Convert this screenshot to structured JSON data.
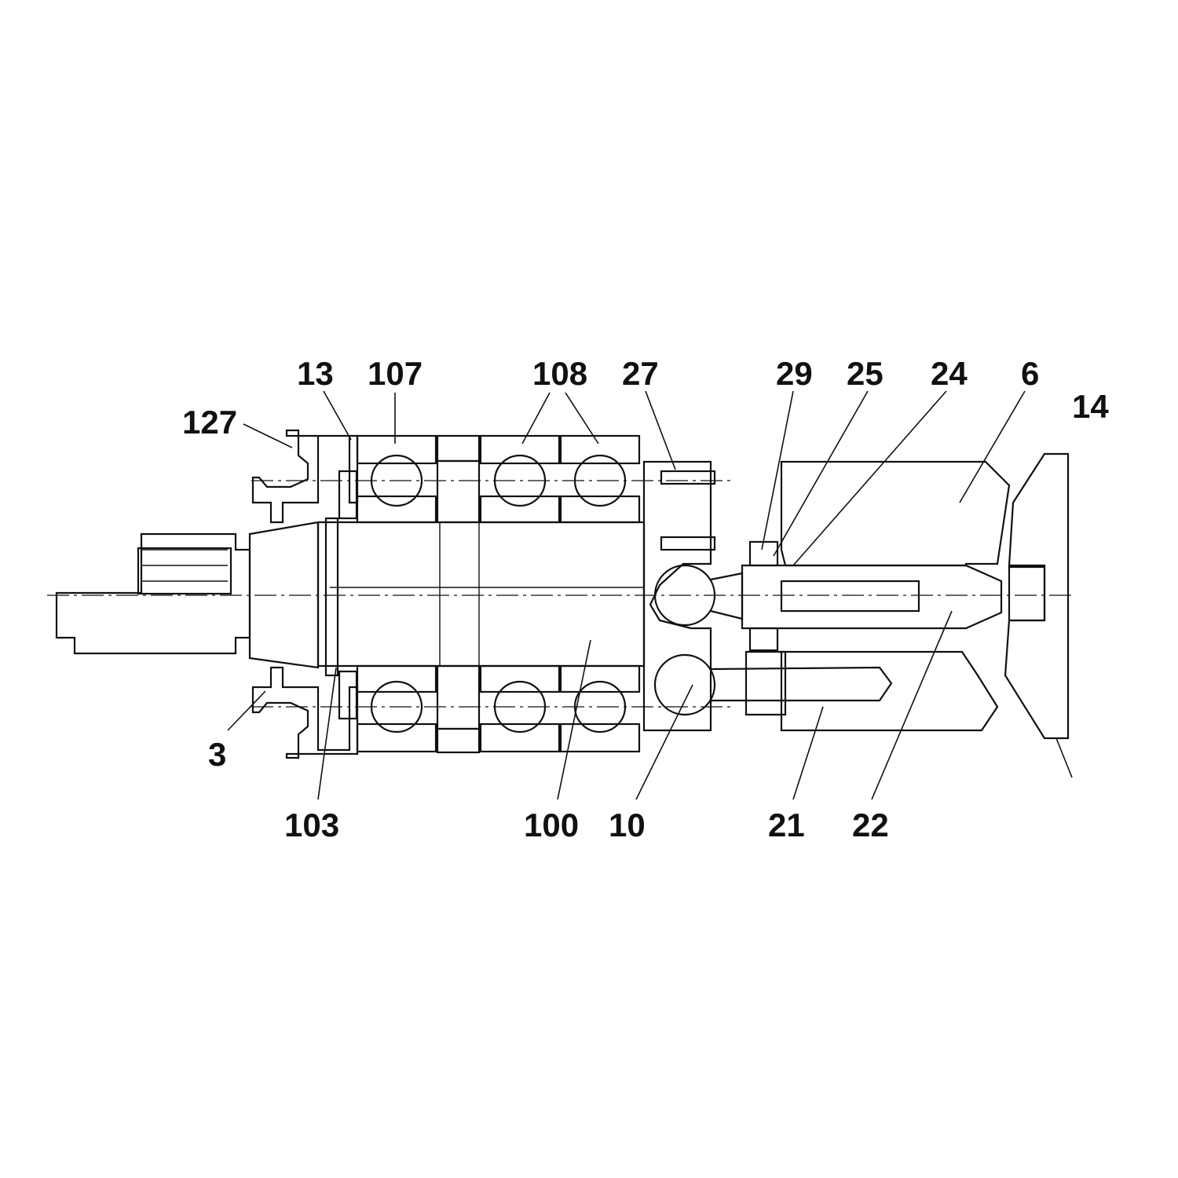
{
  "colors": {
    "ink": "#111111",
    "paper": "#ffffff"
  },
  "callouts": [
    {
      "id": "127",
      "text": "127"
    },
    {
      "id": "13",
      "text": "13"
    },
    {
      "id": "107",
      "text": "107"
    },
    {
      "id": "108",
      "text": "108"
    },
    {
      "id": "27",
      "text": "27"
    },
    {
      "id": "29",
      "text": "29"
    },
    {
      "id": "25",
      "text": "25"
    },
    {
      "id": "24",
      "text": "24"
    },
    {
      "id": "6",
      "text": "6"
    },
    {
      "id": "14",
      "text": "14"
    },
    {
      "id": "3",
      "text": "3"
    },
    {
      "id": "103",
      "text": "103"
    },
    {
      "id": "100",
      "text": "100"
    },
    {
      "id": "10",
      "text": "10"
    },
    {
      "id": "21",
      "text": "21"
    },
    {
      "id": "22",
      "text": "22"
    }
  ]
}
